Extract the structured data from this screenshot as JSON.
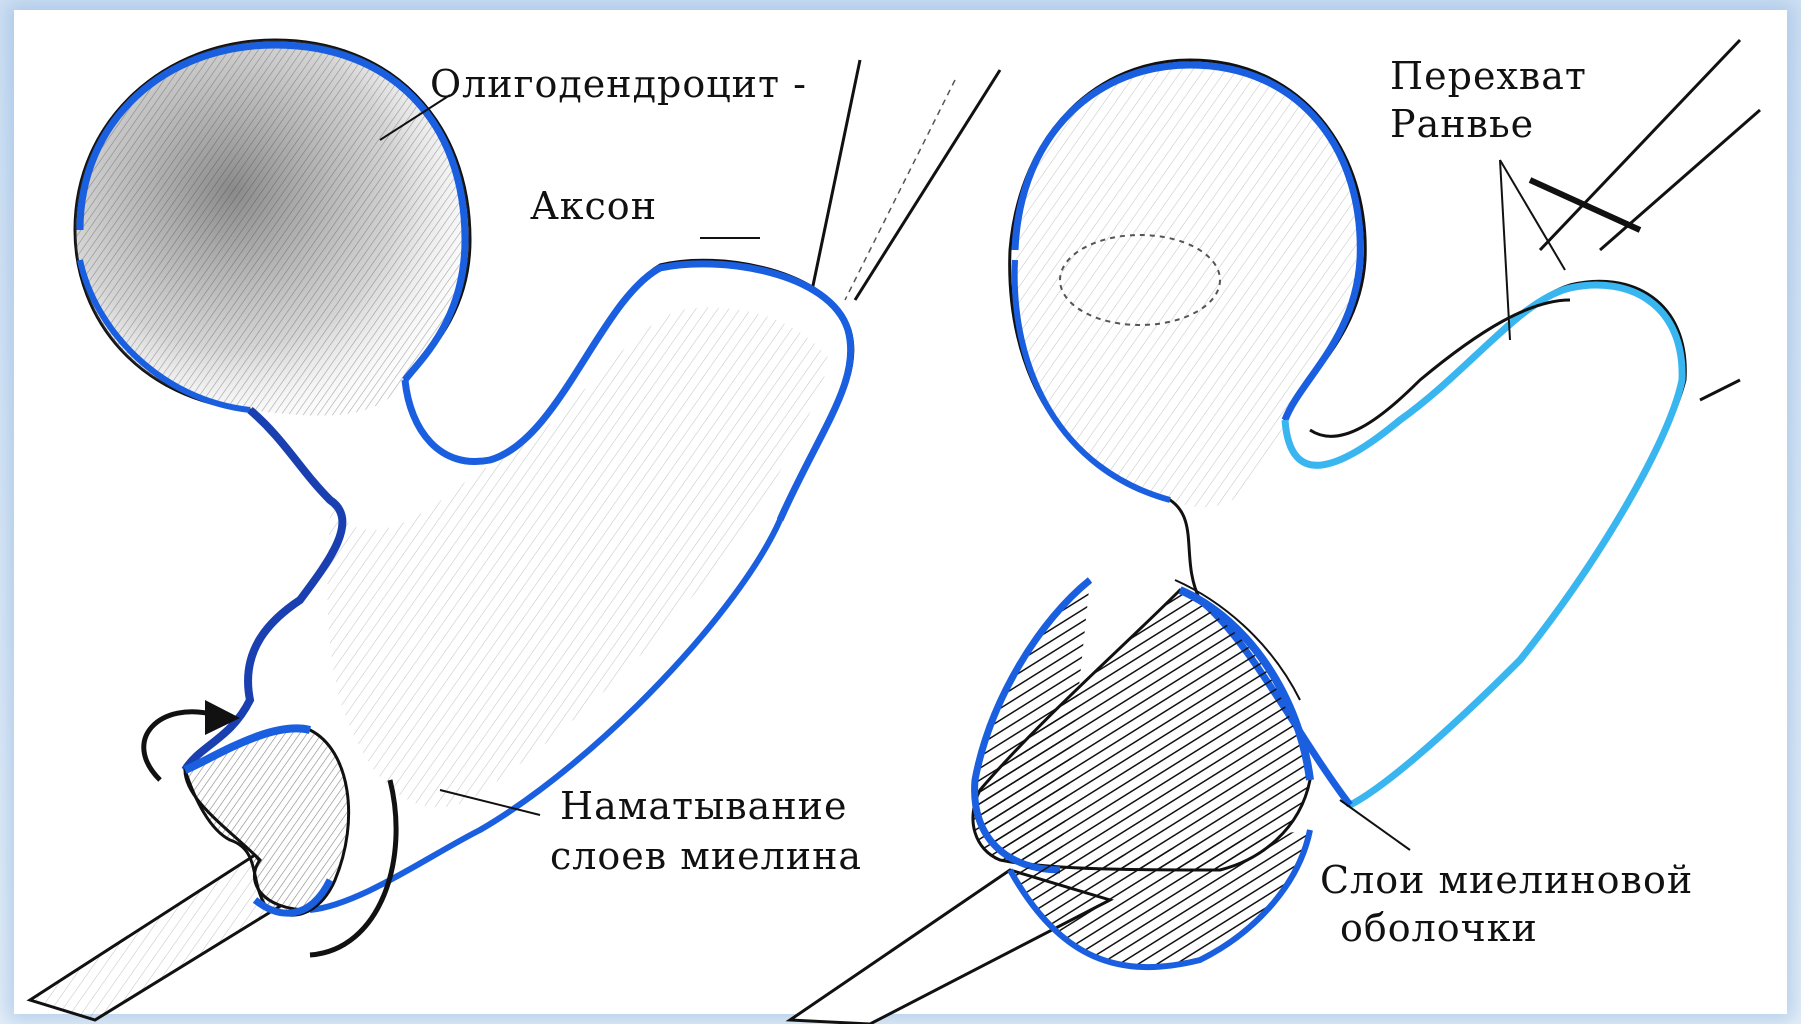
{
  "labels": {
    "oligodendrocyte": "Олигодендроцит -",
    "axon": "Аксон",
    "ranvier_line1": "Перехват",
    "ranvier_line2": "Ранвье",
    "wrapping_line1": "Наматывание",
    "wrapping_line2": "слоев миелина",
    "layers_line1": "Слои миелиновой",
    "layers_line2": "оболочки"
  },
  "colors": {
    "outline": "#111111",
    "membrane_blue": "#1a5fe0",
    "membrane_cyan": "#39b6f0",
    "background": "#ffffff"
  }
}
